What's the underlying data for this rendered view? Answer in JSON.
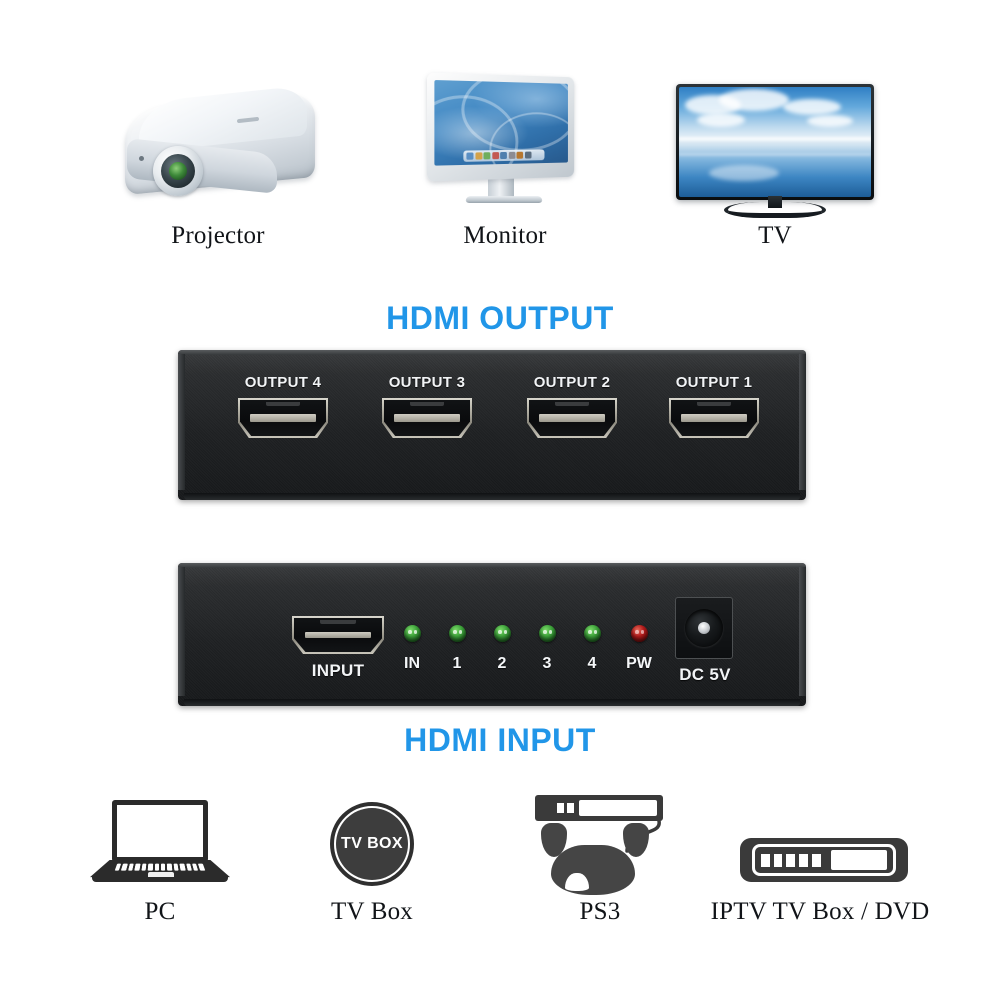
{
  "page": {
    "title": "HDMI Splitter 1x4 Connection Diagram",
    "background_color": "#ffffff",
    "accent_color": "#2196e8"
  },
  "output_section": {
    "banner": "HDMI OUTPUT",
    "devices": [
      {
        "label": "Projector",
        "icon": "projector-icon"
      },
      {
        "label": "Monitor",
        "icon": "monitor-icon"
      },
      {
        "label": "TV",
        "icon": "tv-icon"
      }
    ],
    "panel": {
      "ports": [
        {
          "label": "OUTPUT 4"
        },
        {
          "label": "OUTPUT 3"
        },
        {
          "label": "OUTPUT 2"
        },
        {
          "label": "OUTPUT 1"
        }
      ]
    }
  },
  "input_section": {
    "banner": "HDMI INPUT",
    "panel": {
      "port_label": "INPUT",
      "leds": [
        {
          "label": "IN",
          "color": "#3fa53c",
          "state": "green"
        },
        {
          "label": "1",
          "color": "#3fa53c",
          "state": "green"
        },
        {
          "label": "2",
          "color": "#3fa53c",
          "state": "green"
        },
        {
          "label": "3",
          "color": "#3fa53c",
          "state": "green"
        },
        {
          "label": "4",
          "color": "#3fa53c",
          "state": "green"
        },
        {
          "label": "PW",
          "color": "#b41c1c",
          "state": "red"
        }
      ],
      "power_label": "DC 5V"
    },
    "devices": [
      {
        "label": "PC",
        "icon": "laptop-icon"
      },
      {
        "label": "TV Box",
        "icon": "tv-box-icon",
        "badge": "TV BOX"
      },
      {
        "label": "PS3",
        "icon": "game-console-icon"
      },
      {
        "label": "IPTV TV Box / DVD",
        "icon": "set-top-box-icon"
      }
    ]
  }
}
